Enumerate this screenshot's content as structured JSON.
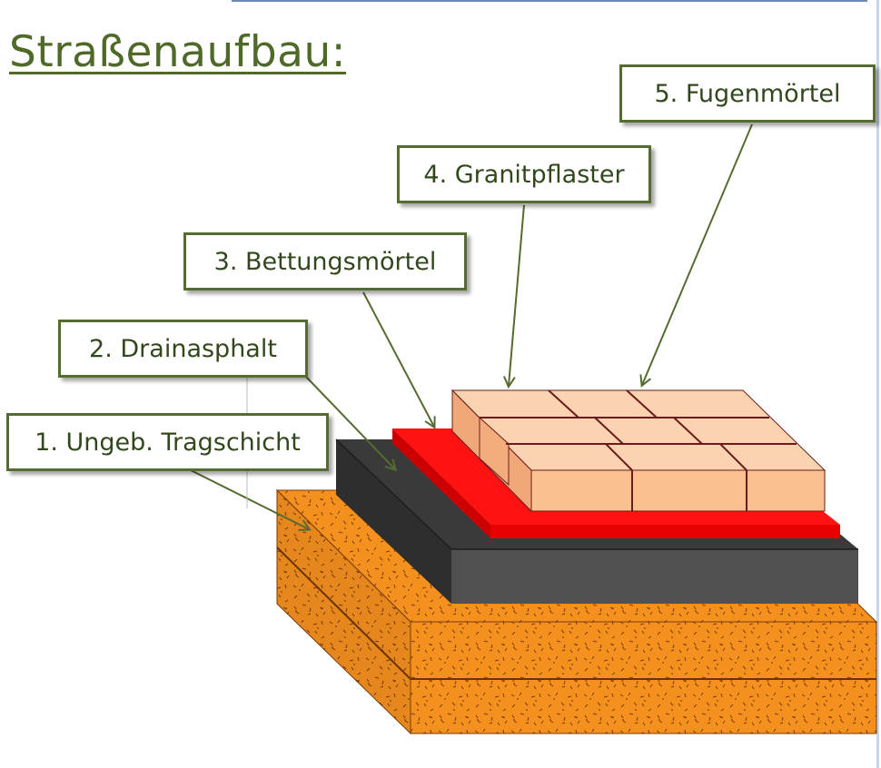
{
  "title": "Straßenaufbau:",
  "layers": [
    {
      "label": "1. Ungeb. Tragschicht",
      "color": "#f4901e"
    },
    {
      "label": "2. Drainasphalt",
      "color": "#4a4a4a"
    },
    {
      "label": "3. Bettungsmörtel",
      "color": "#ff0000"
    },
    {
      "label": "4. Granitpflaster",
      "color": "#fbc8a0"
    },
    {
      "label": "5. Fugenmörtel",
      "color": "#6b1b1b"
    }
  ],
  "colors": {
    "title": "#4f6a28",
    "border": "#556b2f",
    "arrow": "#556b2f"
  }
}
